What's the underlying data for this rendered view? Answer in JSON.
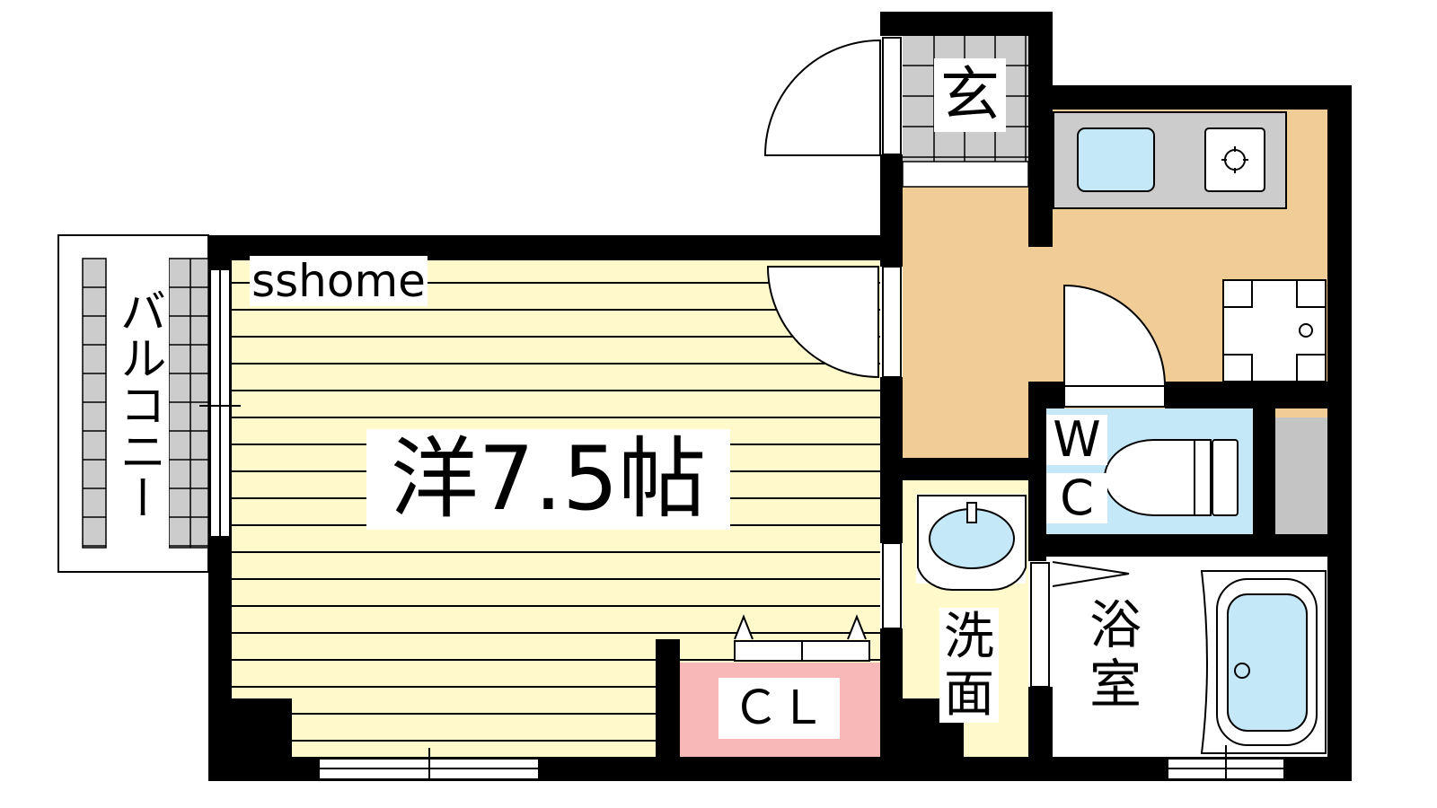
{
  "watermark": "sshome",
  "rooms": {
    "western_room": "洋7.5帖",
    "entrance": "玄",
    "balcony": "バルコニー",
    "closet": "ＣＬ",
    "toilet_w": "W",
    "toilet_c": "C",
    "washroom_1": "洗",
    "washroom_2": "面",
    "bathroom_1": "浴",
    "bathroom_2": "室"
  },
  "colors": {
    "western_floor": "#fff9cc",
    "kitchen_floor": "#f0cc96",
    "closet": "#f9b8b8",
    "water": "#c4e8f8",
    "tile": "#cccccc",
    "wall": "#000000"
  }
}
